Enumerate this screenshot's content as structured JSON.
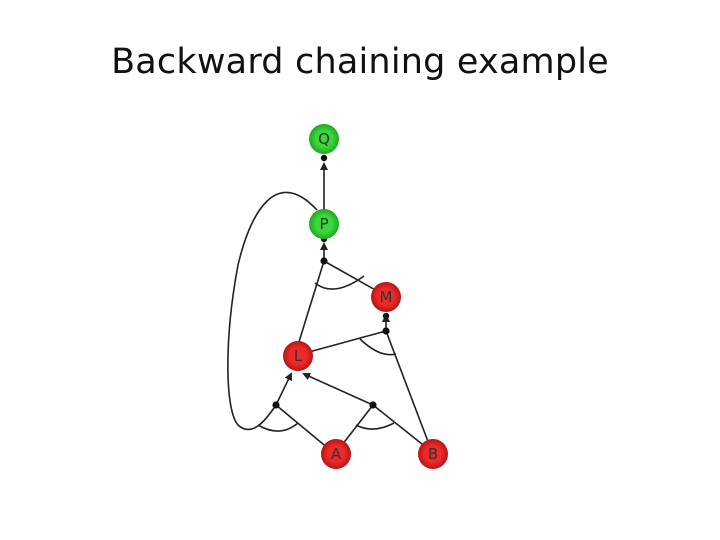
{
  "slide": {
    "title": "Backward chaining example"
  },
  "colors": {
    "proven_node": "#3dd63d",
    "proven_node_dark": "#1fa81f",
    "pending_node": "#ec2a2a",
    "pending_node_dark": "#b81414",
    "edge": "#222222"
  },
  "diagram": {
    "nodes": [
      {
        "id": "Q",
        "label": "Q",
        "state": "proven"
      },
      {
        "id": "P",
        "label": "P",
        "state": "proven"
      },
      {
        "id": "M",
        "label": "M",
        "state": "pending"
      },
      {
        "id": "L",
        "label": "L",
        "state": "pending"
      },
      {
        "id": "A",
        "label": "A",
        "state": "pending"
      },
      {
        "id": "B",
        "label": "B",
        "state": "pending"
      }
    ],
    "rules": [
      {
        "premises": [
          "P"
        ],
        "conclusion": "Q"
      },
      {
        "premises": [
          "L",
          "M"
        ],
        "conclusion": "P"
      },
      {
        "premises": [
          "B",
          "L"
        ],
        "conclusion": "M"
      },
      {
        "premises": [
          "A",
          "P"
        ],
        "conclusion": "L"
      },
      {
        "premises": [
          "A",
          "B"
        ],
        "conclusion": "L"
      }
    ]
  }
}
